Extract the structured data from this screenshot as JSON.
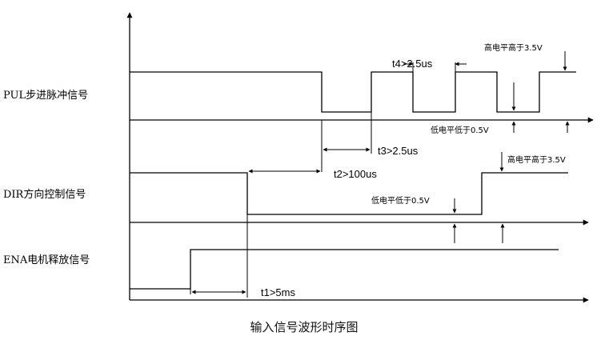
{
  "signals": {
    "pul": "PUL步进脉冲信号",
    "dir": "DIR方向控制信号",
    "ena": "ENA电机释放信号"
  },
  "timings": {
    "t1": "t1>5ms",
    "t2": "t2>100us",
    "t3": "t3>2.5us",
    "t4": "t4>2.5us"
  },
  "notes": {
    "pul_high": "高电平高于3.5V",
    "pul_low": "低电平低于0.5V",
    "dir_high": "高电平高于3.5V",
    "dir_low": "低电平低于0.5V"
  },
  "caption": "输入信号波形时序图"
}
